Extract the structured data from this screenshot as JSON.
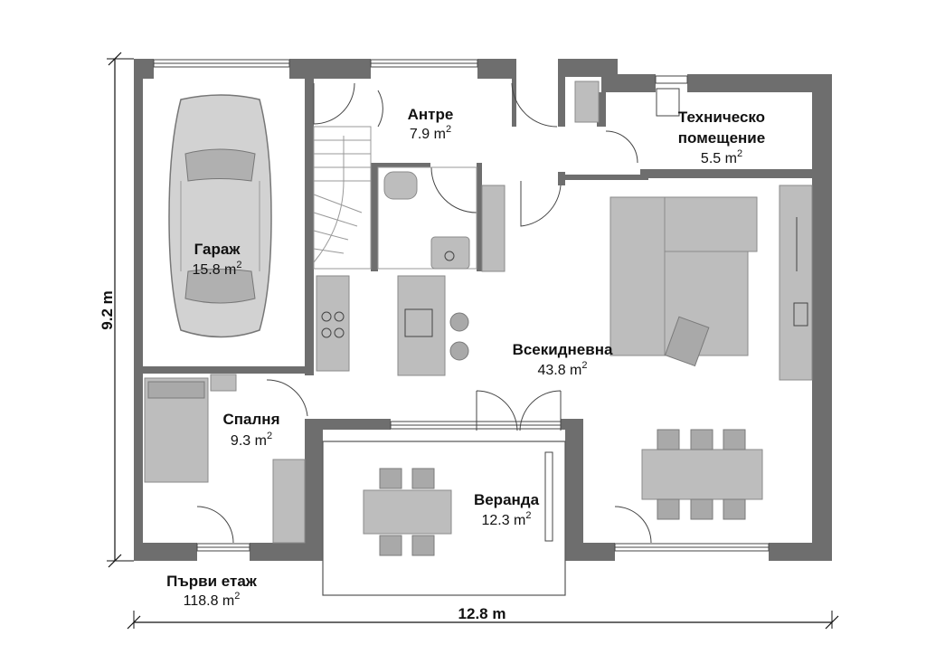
{
  "rooms": {
    "entrance": {
      "name": "Антре",
      "area_value": "7.9 m",
      "area_exp": "2"
    },
    "technical": {
      "name_line1": "Техническо",
      "name_line2": "помещение",
      "area_value": "5.5 m",
      "area_exp": "2"
    },
    "garage": {
      "name": "Гараж",
      "area_value": "15.8 m",
      "area_exp": "2"
    },
    "living": {
      "name": "Всекидневна",
      "area_value": "43.8 m",
      "area_exp": "2"
    },
    "bedroom": {
      "name": "Спалня",
      "area_value": "9.3 m",
      "area_exp": "2"
    },
    "veranda": {
      "name": "Веранда",
      "area_value": "12.3 m",
      "area_exp": "2"
    }
  },
  "floor": {
    "name": "Първи етаж",
    "area_value": "118.8 m",
    "area_exp": "2"
  },
  "dimensions": {
    "width": "12.8 m",
    "height": "9.2 m"
  },
  "colors": {
    "wall": "#6e6e6e",
    "furniture": "#bdbdbd",
    "background": "#ffffff"
  }
}
